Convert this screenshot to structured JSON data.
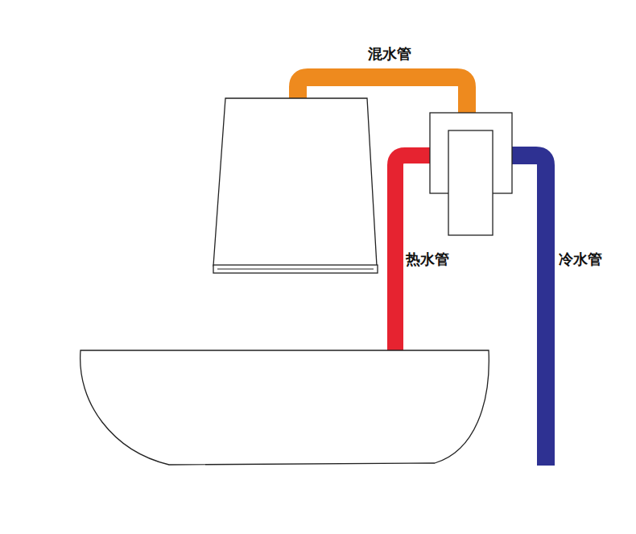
{
  "diagram": {
    "labels": [
      "混水管",
      "热水管",
      "冷水管"
    ]
  }
}
